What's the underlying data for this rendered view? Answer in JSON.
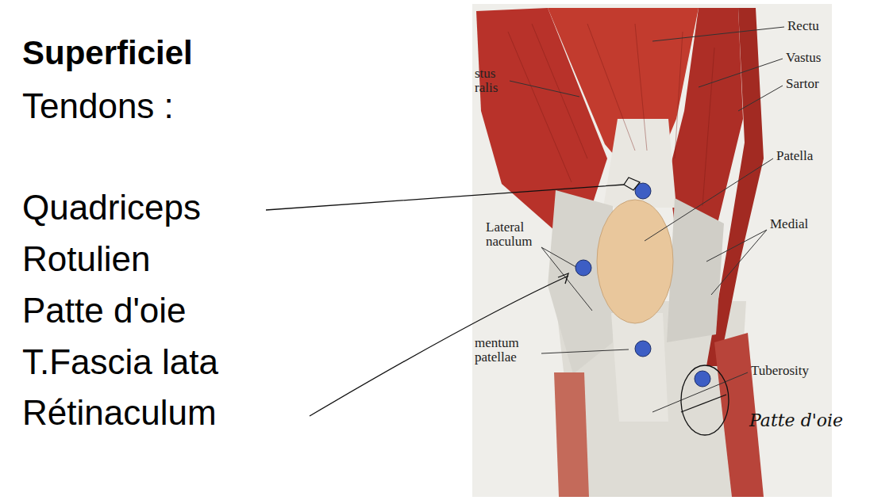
{
  "diagram": {
    "title": "Superficiel",
    "labels": [
      "Tendons :",
      "Quadriceps",
      "Rotulien",
      "Patte d'oie",
      "T.Fascia lata",
      "Rétinaculum",
      "Rectu",
      "stus ralis",
      "Vastus",
      "Sartor",
      "Patella",
      "Lateral naculum",
      "Medial",
      "mentum patellae",
      "Tuberosity",
      "Patte d'oie"
    ]
  }
}
